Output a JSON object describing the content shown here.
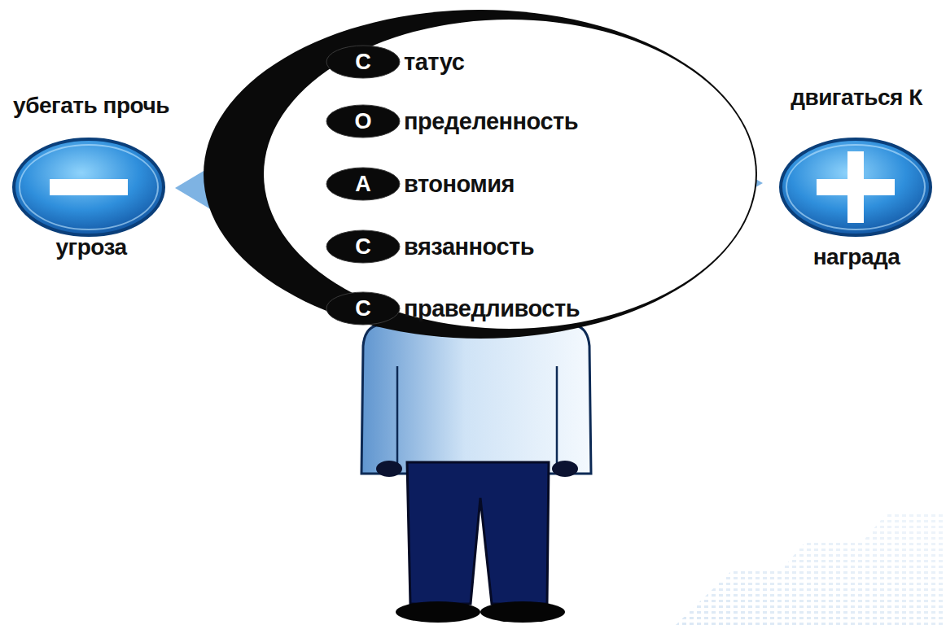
{
  "diagram": {
    "nodes": [
      {
        "text": [
          "С",
          "татус"
        ]
      },
      {
        "text": [
          "О",
          "пределенность"
        ]
      },
      {
        "text": [
          "А",
          "втономия"
        ]
      },
      {
        "text": [
          "С",
          "вязанность"
        ]
      },
      {
        "text": [
          "С",
          "праведливость"
        ]
      },
      {
        "text": [
          "убегать прочь",
          "угроза"
        ]
      },
      {
        "text": [
          "двигаться К",
          "награда"
        ]
      }
    ]
  }
}
